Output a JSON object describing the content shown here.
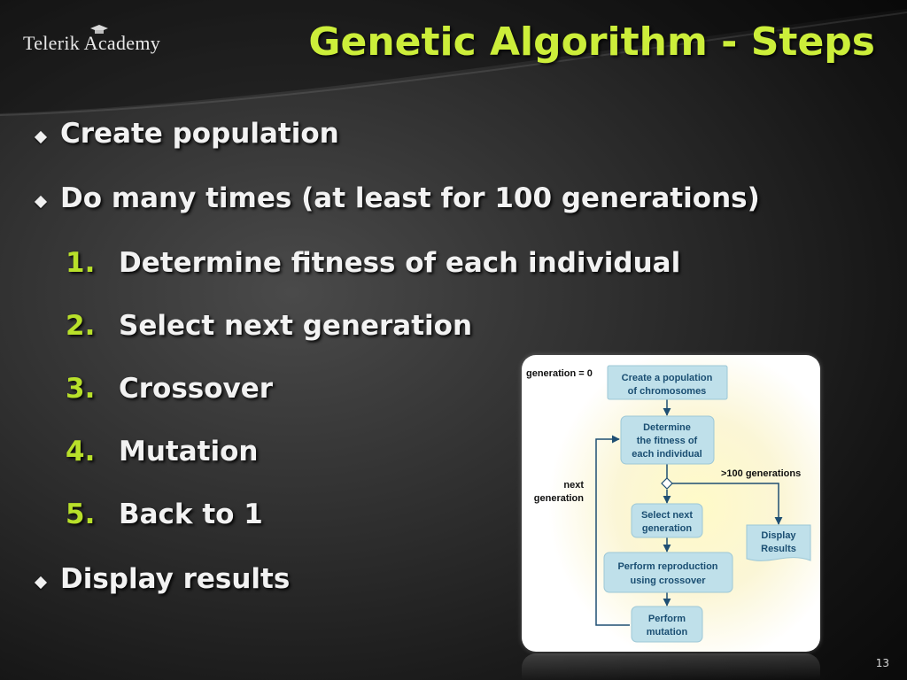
{
  "header": {
    "logo_text": "Telerik Academy",
    "title": "Genetic Algorithm - Steps"
  },
  "bullets": [
    "Create population",
    "Do many times (at least for 100 generations)",
    "Display results"
  ],
  "steps": [
    {
      "num": "1.",
      "text": "Determine fitness of each individual"
    },
    {
      "num": "2.",
      "text": "Select next generation"
    },
    {
      "num": "3.",
      "text": "Crossover"
    },
    {
      "num": "4.",
      "text": "Mutation"
    },
    {
      "num": "5.",
      "text": "Back to 1"
    }
  ],
  "diagram": {
    "generation_zero": "generation = 0",
    "box_create": [
      "Create a population",
      "of chromosomes"
    ],
    "box_fitness": [
      "Determine",
      "the fitness of",
      "each individual"
    ],
    "gen_limit": ">100 generations",
    "next_gen_label": [
      "next",
      "generation"
    ],
    "box_select": [
      "Select next",
      "generation"
    ],
    "box_display": [
      "Display",
      "Results"
    ],
    "box_crossover": [
      "Perform reproduction",
      "using crossover"
    ],
    "box_mutation": [
      "Perform",
      "mutation"
    ]
  },
  "footer": {
    "page_number": "13"
  },
  "colors": {
    "title": "#ccee3a",
    "step_number": "#b8e02a",
    "box_fill": "#bfe0ea",
    "box_text": "#1a4e72"
  }
}
